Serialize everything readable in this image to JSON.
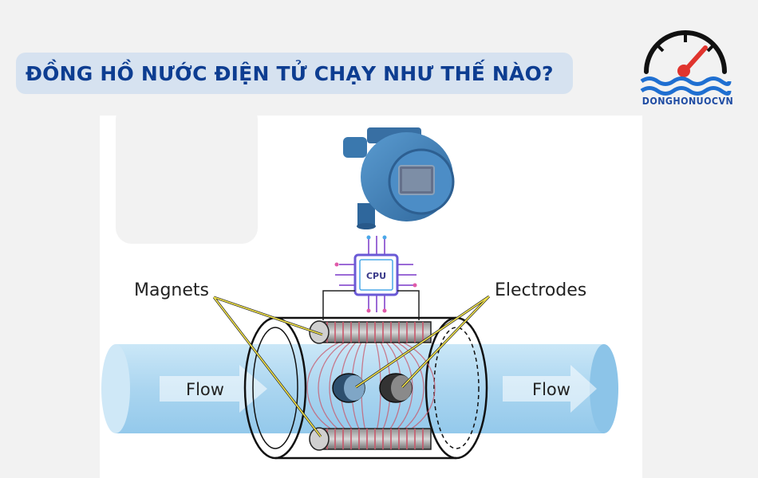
{
  "header": {
    "title": "ĐỒNG HỒ NƯỚC ĐIỆN TỬ CHẠY NHƯ THẾ NÀO?"
  },
  "brand": {
    "name": "DONGHONUOCVN",
    "gauge_icon": "water-gauge-icon",
    "accent_red": "#e0342e",
    "accent_blue": "#1f4ca3"
  },
  "diagram": {
    "labels": {
      "magnets": "Magnets",
      "electrodes": "Electrodes",
      "flow_in": "Flow",
      "flow_out": "Flow",
      "cpu": "CPU"
    },
    "colors": {
      "pipe_blue": "#a9d4ee",
      "transmitter_blue": "#3e7fb6",
      "coil_red": "#c9576a",
      "leader_yellow": "#f4e54a"
    }
  }
}
